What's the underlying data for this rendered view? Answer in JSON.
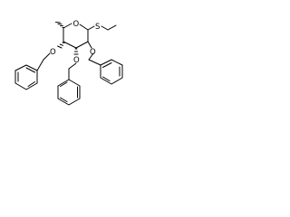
{
  "structure": {
    "atoms": {
      "ring_oxygen": "O",
      "sulfur": "S",
      "ether_oxygen_upper_right": "O",
      "ether_oxygen_left": "O",
      "ether_oxygen_lower": "O"
    },
    "colors": {
      "bond": "#000000",
      "background": "#ffffff"
    }
  }
}
